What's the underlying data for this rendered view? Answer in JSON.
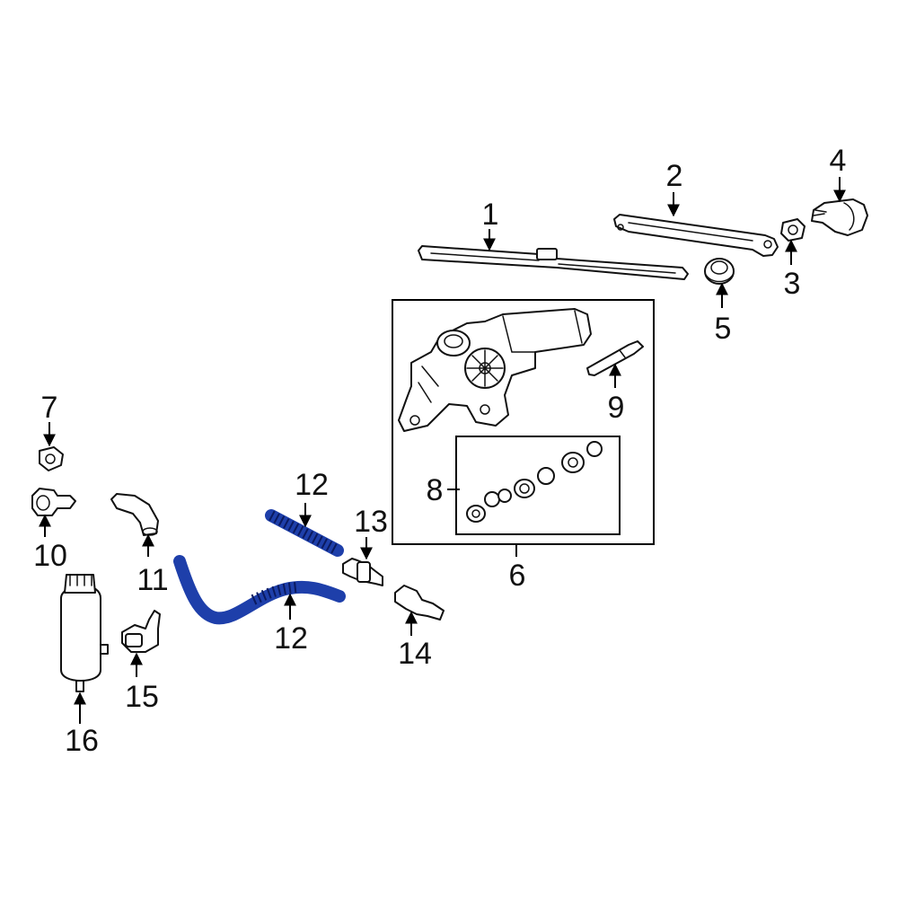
{
  "diagram": {
    "highlight_color": "#1e3faa",
    "line_color": "#111111",
    "callouts": {
      "c1": "1",
      "c2": "2",
      "c3": "3",
      "c4": "4",
      "c5": "5",
      "c6": "6",
      "c7": "7",
      "c8": "8",
      "c9": "9",
      "c10": "10",
      "c11": "11",
      "c12a": "12",
      "c12b": "12",
      "c13": "13",
      "c14": "14",
      "c15": "15",
      "c16": "16"
    }
  }
}
